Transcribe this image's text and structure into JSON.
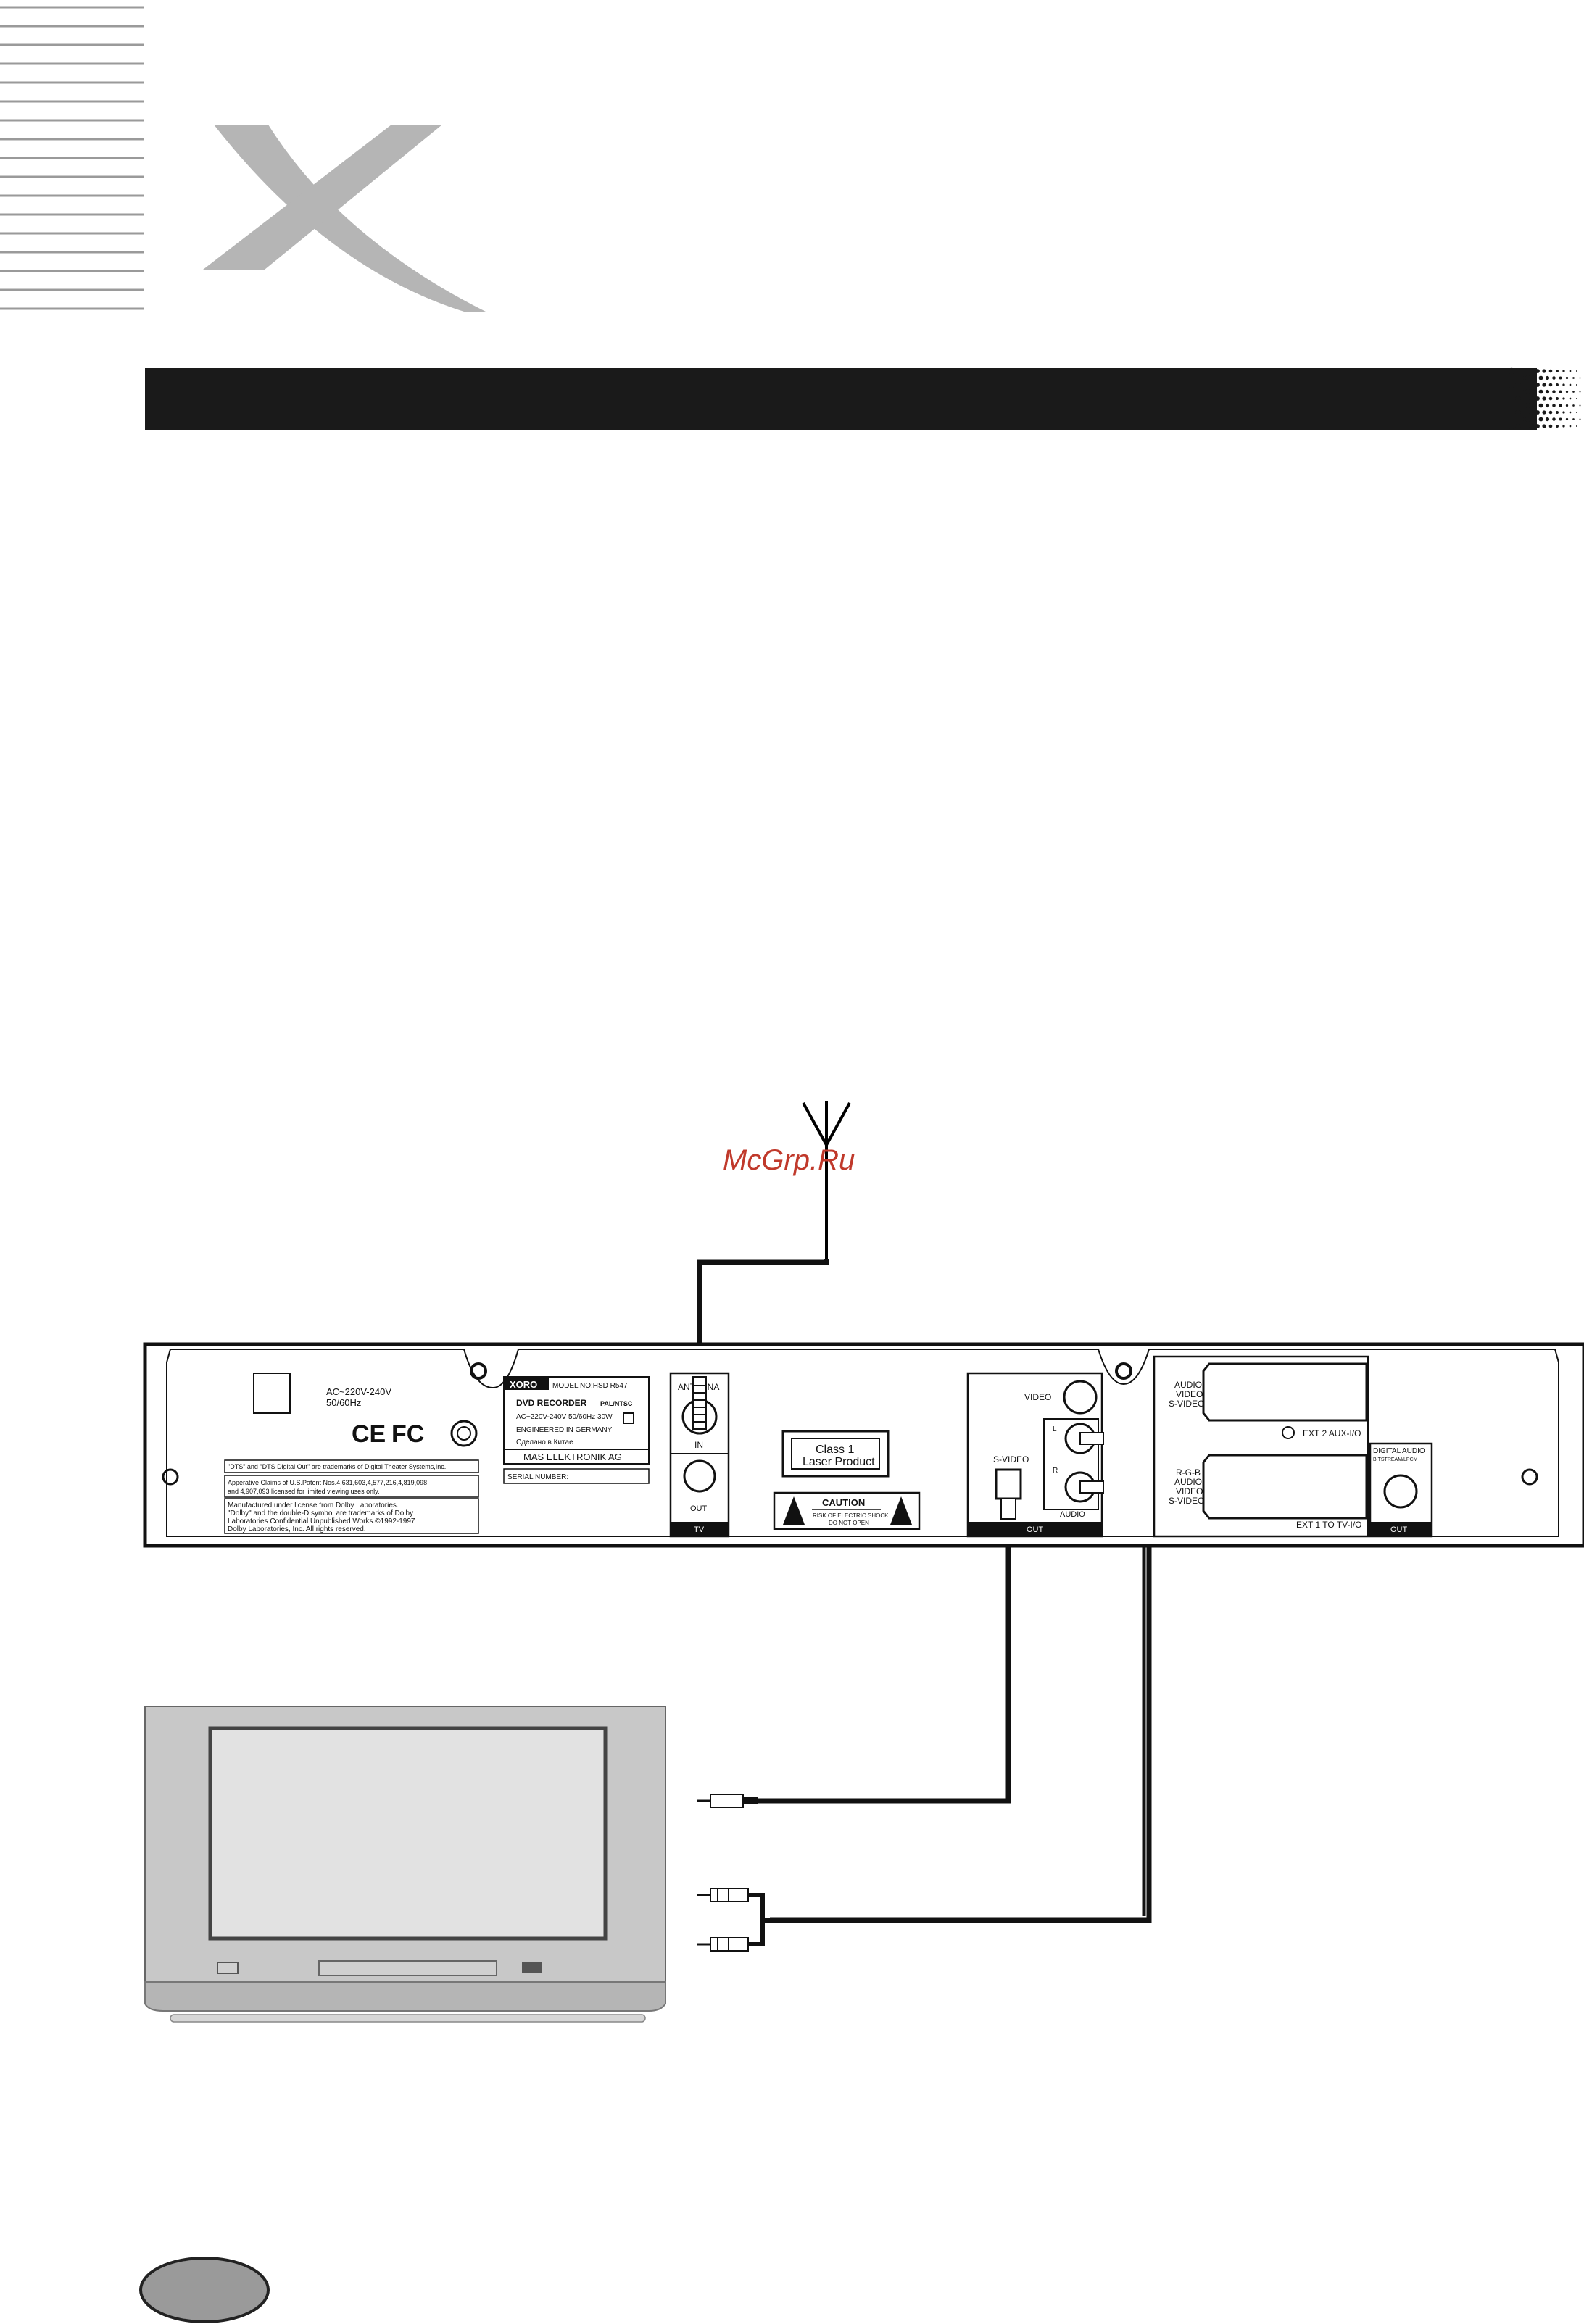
{
  "watermark": "McGrp.Ru",
  "recorder": {
    "power_label": "AC~220V-240V",
    "freq_label": "50/60Hz",
    "ce_mark": "CE",
    "fc_mark": "FC",
    "brand": "XORO",
    "model_label": "MODEL NO:HSD R547",
    "product_label": "DVD RECORDER",
    "tv_system": "PAL/NTSC",
    "rating_line": "AC~220V-240V 50/60Hz 30W",
    "engineered": "ENGINEERED IN GERMANY",
    "made_in": "Сделано в Китае",
    "company": "MAS ELEKTRONIK AG",
    "serial": "SERIAL NUMBER:",
    "notice_dts": "\"DTS\" and \"DTS Digital Out\" are trademarks of Digital Theater Systems,Inc.",
    "notice_patent_1": "Apperative Claims of U.S.Patent Nos.4,631,603,4,577,216,4,819,098",
    "notice_patent_2": "and 4,907,093 licensed for limited viewing uses only.",
    "notice_dolby_1": "Manufactured under license from Dolby Laboratories.",
    "notice_dolby_2": "\"Dolby\" and the double-D symbol are trademarks of Dolby",
    "notice_dolby_3": "Laboratories Confidential Unpublished Works.©1992-1997",
    "notice_dolby_4": "Dolby Laboratories, Inc. All rights reserved.",
    "antenna_label": "ANTENNA",
    "in_label": "IN",
    "out_label": "OUT",
    "tv_label": "TV",
    "class_1": "Class 1",
    "laser_product": "Laser Product",
    "caution": "CAUTION",
    "caution_risk": "RISK OF ELECTRIC SHOCK",
    "caution_open": "DO NOT OPEN",
    "video_label": "VIDEO",
    "svideo_label": "S-VIDEO",
    "l_label": "L",
    "r_label": "R",
    "audio_label": "AUDIO",
    "av_out_label": "OUT",
    "ext2_lines": [
      "AUDIO",
      "VIDEO",
      "S-VIDEO"
    ],
    "ext2_label": "EXT 2  AUX-I/O",
    "ext1_lines": [
      "R-G-B",
      "AUDIO",
      "VIDEO",
      "S-VIDEO"
    ],
    "ext1_label": "EXT 1  TO TV-I/O",
    "digital_audio": "DIGITAL AUDIO",
    "bitstream": "BITSTREAM/LPCM",
    "digital_out": "OUT"
  },
  "colors": {
    "header_bar": "#1a1a1a",
    "watermark": "#c0392b",
    "logo_grey": "#b5b5b5",
    "tv_body": "#c8c8c8",
    "tv_screen": "#e2e2e2"
  }
}
